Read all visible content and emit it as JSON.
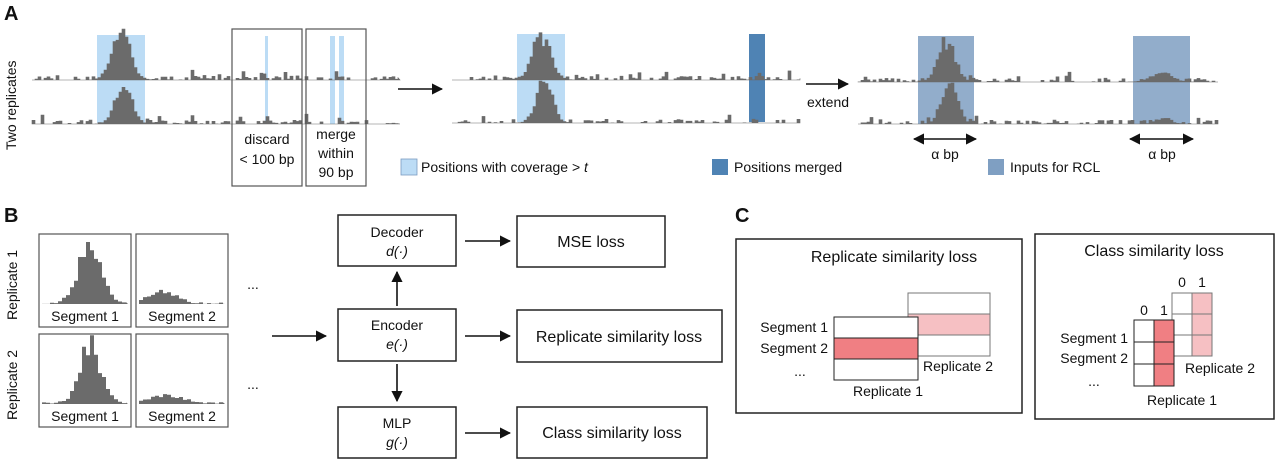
{
  "colors": {
    "signal": "#6b6b6b",
    "coverage": "#bcdcf5",
    "merged": "#4f83b4",
    "rcl_input": "#7f9fc2",
    "hit_strong": "#f07f83",
    "hit_light": "#f6c0c3",
    "box_stroke": "#222222"
  },
  "panel_a": {
    "letter": "A",
    "side_label": "Two replicates",
    "discard_lines": [
      "discard",
      "< 100 bp"
    ],
    "merge_lines": [
      "merge",
      "within",
      "90 bp"
    ],
    "extend_label": "extend",
    "alpha_label": "α bp",
    "legend": [
      {
        "label": "Positions with coverage > ",
        "italic": "t",
        "color": "coverage"
      },
      {
        "label": "Positions merged",
        "italic": "",
        "color": "merged"
      },
      {
        "label": "Inputs for RCL",
        "italic": "",
        "color": "rcl_input"
      }
    ]
  },
  "panel_b": {
    "letter": "B",
    "replicate_labels": [
      "Replicate 1",
      "Replicate 2"
    ],
    "segment_labels": [
      "Segment 1",
      "Segment 2"
    ],
    "ellipsis": "...",
    "decoder": {
      "name": "Decoder",
      "fn": "d(·)"
    },
    "encoder": {
      "name": "Encoder",
      "fn": "e(·)"
    },
    "mlp": {
      "name": "MLP",
      "fn": "g(·)"
    },
    "losses": [
      "MSE loss",
      "Replicate similarity loss",
      "Class similarity loss"
    ]
  },
  "panel_c": {
    "letter": "C",
    "replicate_box": {
      "title": "Replicate similarity loss",
      "rows": [
        "Segment 1",
        "Segment 2",
        "..."
      ],
      "rep1": "Replicate 1",
      "rep2": "Replicate 2"
    },
    "class_box": {
      "title": "Class similarity loss",
      "rows": [
        "Segment 1",
        "Segment 2",
        "..."
      ],
      "cols": [
        "0",
        "1"
      ],
      "rep1": "Replicate 1",
      "rep2": "Replicate 2"
    }
  }
}
